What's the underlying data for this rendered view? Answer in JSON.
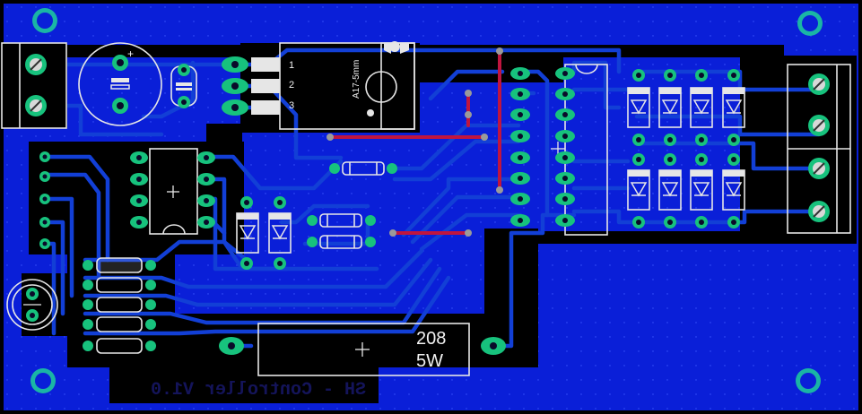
{
  "board": {
    "title_mirrored": "SH - Controller V1.0",
    "colors": {
      "background": "#000000",
      "copper": "#0a1fd8",
      "trace": "#123fd6",
      "red_layer": "#c0153f",
      "pad": "#17c27d",
      "silkscreen": "#e6e6e6",
      "title_text": "#14145a"
    }
  },
  "components": {
    "resistor_value": "208",
    "resistor_power": "5W",
    "regulator_pin1": "1",
    "regulator_pin2": "2",
    "regulator_pin3": "3",
    "regulator_label": "A17-5mm",
    "polarity": "+"
  }
}
